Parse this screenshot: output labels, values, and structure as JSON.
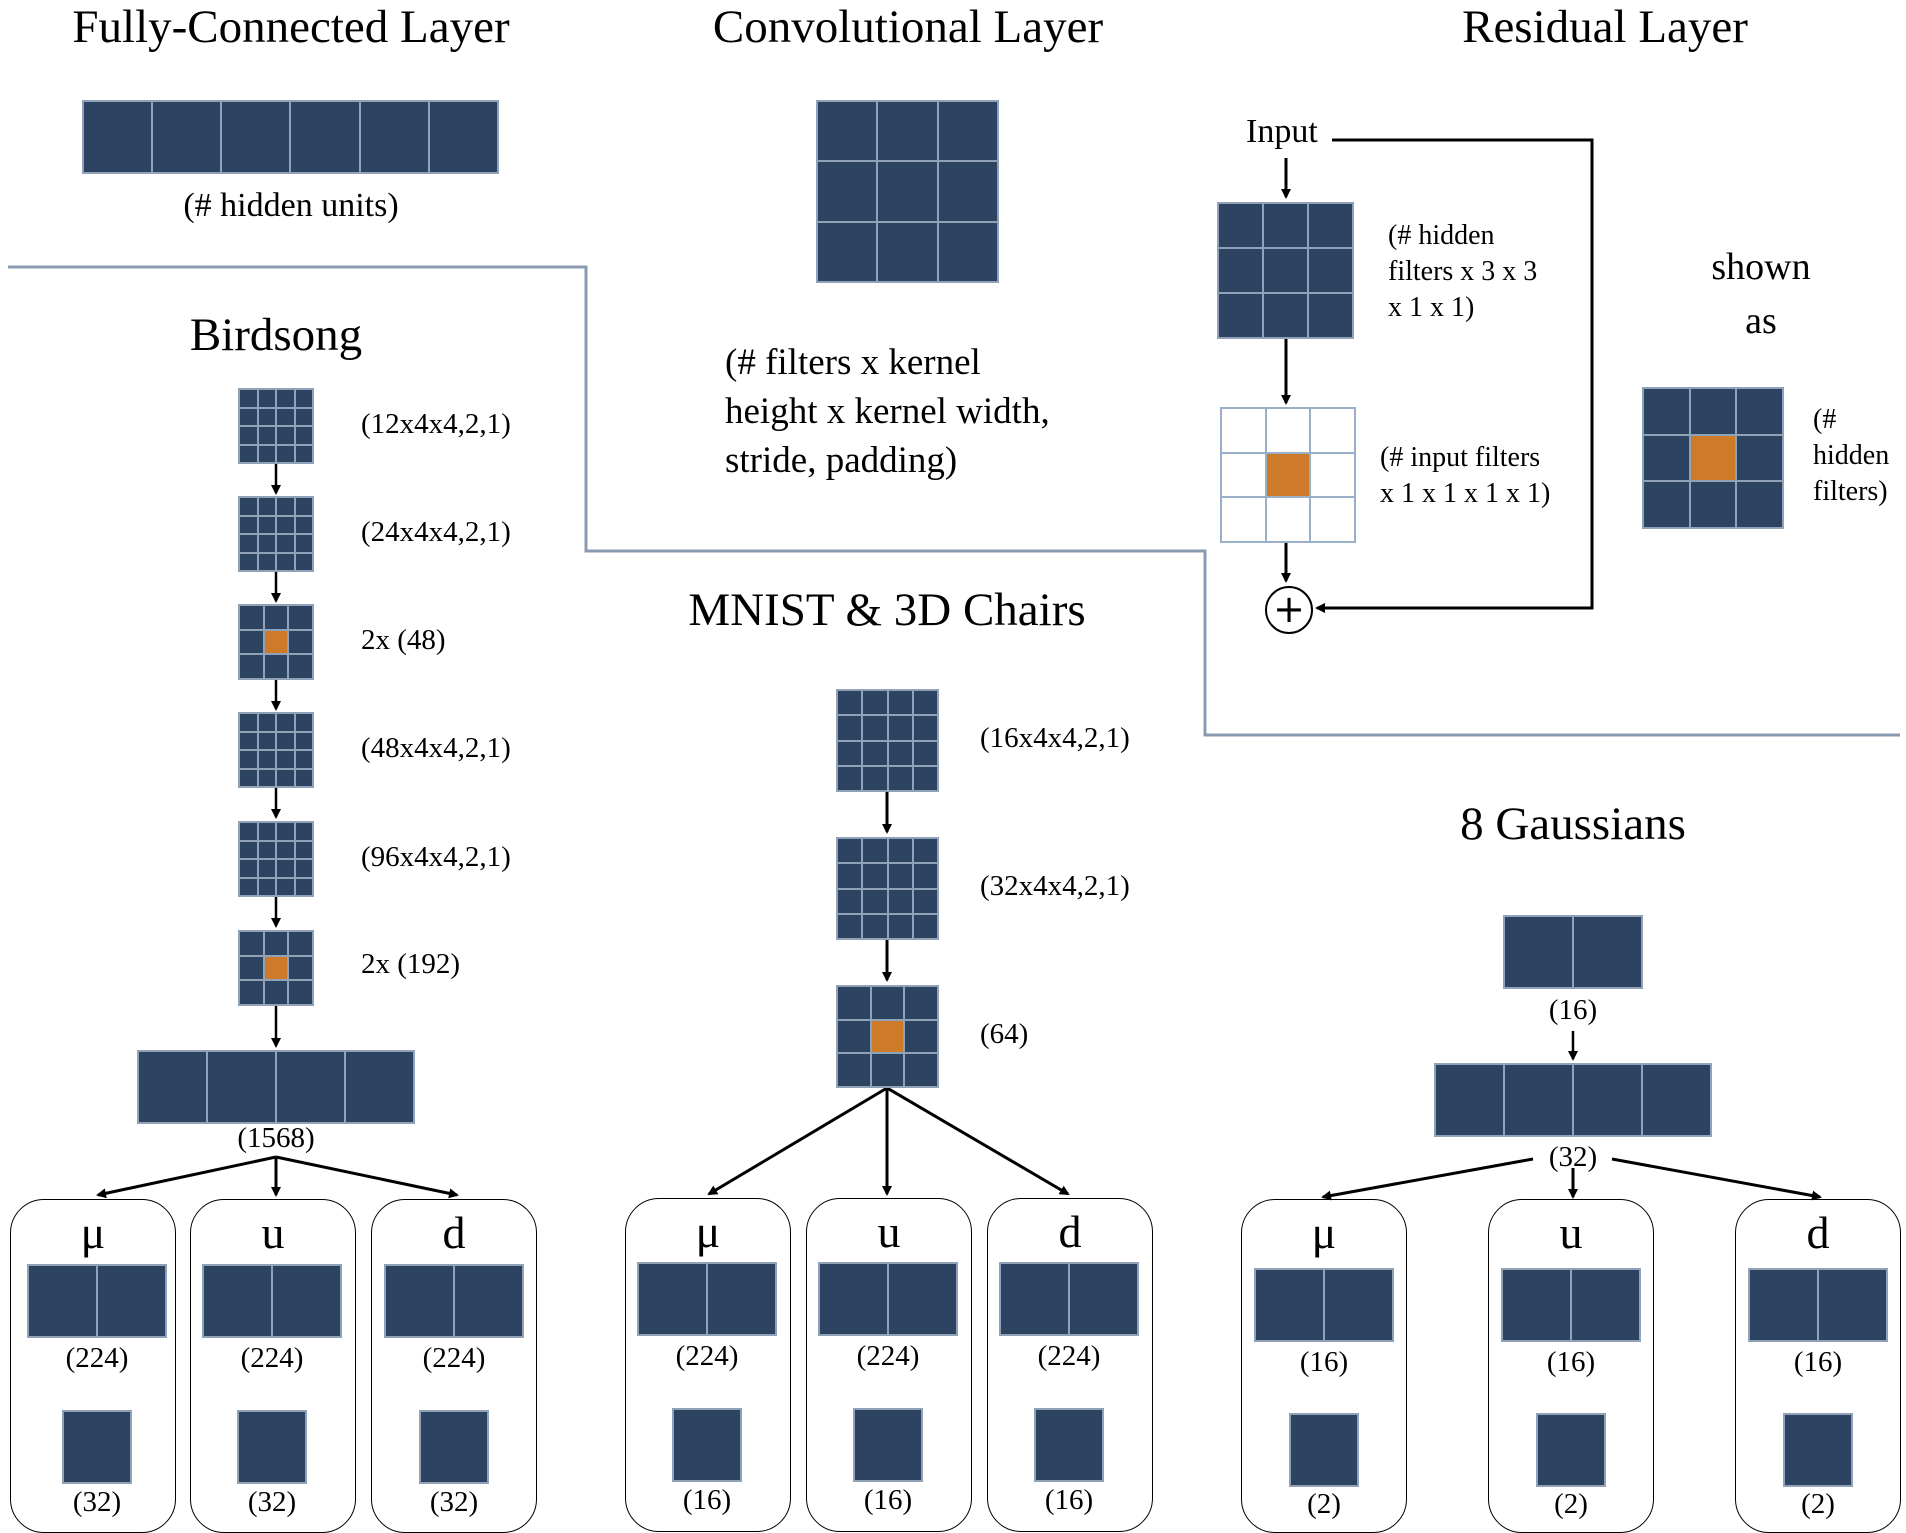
{
  "legend": {
    "fc": {
      "title": "Fully-Connected Layer",
      "caption": "(# hidden units)"
    },
    "conv": {
      "title": "Convolutional Layer",
      "caption_lines": [
        "(# filters x kernel",
        "height x kernel width,",
        "stride, padding)"
      ]
    },
    "residual": {
      "title": "Residual Layer",
      "input_label": "Input",
      "conv1_lines": [
        "(# hidden",
        "filters x 3 x 3",
        "x 1 x 1)"
      ],
      "conv2_lines": [
        "(# input filters",
        "x 1 x 1 x 1 x 1)"
      ],
      "shown_as_lines": [
        "shown",
        "as"
      ],
      "icon_lines": [
        "(#",
        "hidden",
        "filters)"
      ],
      "plus_symbol": "+"
    }
  },
  "birdsong": {
    "title": "Birdsong",
    "layers": [
      "(12x4x4,2,1)",
      "(24x4x4,2,1)",
      "2x (48)",
      "(48x4x4,2,1)",
      "(96x4x4,2,1)",
      "2x (192)"
    ],
    "fc_label": "(1568)",
    "heads": [
      {
        "symbol": "μ",
        "fc": "(224)",
        "out": "(32)"
      },
      {
        "symbol": "u",
        "fc": "(224)",
        "out": "(32)"
      },
      {
        "symbol": "d",
        "fc": "(224)",
        "out": "(32)"
      }
    ]
  },
  "mnist": {
    "title": "MNIST & 3D Chairs",
    "layers": [
      "(16x4x4,2,1)",
      "(32x4x4,2,1)",
      "(64)"
    ],
    "heads": [
      {
        "symbol": "μ",
        "fc": "(224)",
        "out": "(16)"
      },
      {
        "symbol": "u",
        "fc": "(224)",
        "out": "(16)"
      },
      {
        "symbol": "d",
        "fc": "(224)",
        "out": "(16)"
      }
    ]
  },
  "gaussians": {
    "title": "8 Gaussians",
    "fc1_label": "(16)",
    "fc2_label": "(32)",
    "heads": [
      {
        "symbol": "μ",
        "fc": "(16)",
        "out": "(2)"
      },
      {
        "symbol": "u",
        "fc": "(16)",
        "out": "(2)"
      },
      {
        "symbol": "d",
        "fc": "(16)",
        "out": "(2)"
      }
    ]
  },
  "colors": {
    "block": "#2c4462",
    "grid_line": "#8fa2b8",
    "highlight": "#cd7a2a",
    "divider": "#8a9bb0"
  }
}
